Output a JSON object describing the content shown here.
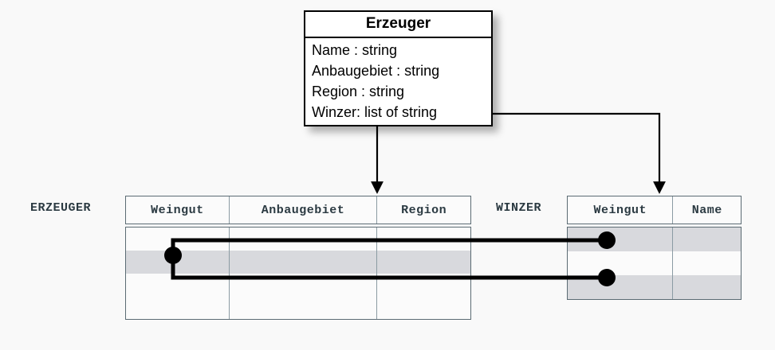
{
  "diagram": {
    "title_text": "Erzeuger",
    "description": "UML class mapped to relational tables with a multi-valued attribute"
  },
  "uml_class": {
    "name": "Erzeuger",
    "attributes": [
      "Name : string",
      "Anbaugebiet : string",
      "Region : string",
      "Winzer: list of string"
    ]
  },
  "tables": [
    {
      "label": "ERZEUGER",
      "columns": [
        "Weingut",
        "Anbaugebiet",
        "Region"
      ],
      "rows": [
        {
          "shaded": false,
          "cells": [
            "",
            "",
            ""
          ]
        },
        {
          "shaded": true,
          "cells": [
            "",
            "",
            ""
          ]
        },
        {
          "shaded": false,
          "cells": [
            "",
            "",
            ""
          ]
        },
        {
          "shaded": false,
          "cells": [
            "",
            "",
            ""
          ]
        }
      ]
    },
    {
      "label": "WINZER",
      "columns": [
        "Weingut",
        "Name"
      ],
      "rows": [
        {
          "shaded": true,
          "cells": [
            "",
            ""
          ]
        },
        {
          "shaded": false,
          "cells": [
            "",
            ""
          ]
        },
        {
          "shaded": true,
          "cells": [
            "",
            ""
          ]
        }
      ]
    }
  ],
  "connectors": {
    "mapping_arrows": [
      {
        "name": "erzeuger-mapping-arrow",
        "from": "Erzeuger class",
        "to": "ERZEUGER table"
      },
      {
        "name": "winzer-mapping-arrow",
        "from": "Winzer: list of string",
        "to": "WINZER table"
      }
    ],
    "reference_links": [
      {
        "name": "weingut-link-upper",
        "from": "ERZEUGER row 2 Weingut",
        "to": "WINZER row 1 Weingut"
      },
      {
        "name": "weingut-link-lower",
        "from": "ERZEUGER row 2 Weingut",
        "to": "WINZER row 3 Weingut"
      }
    ]
  },
  "colors": {
    "background": "#f9f9f9",
    "table_border": "#5b6b73",
    "cell_border": "#8b9ba3",
    "row_shade": "#d8d9dd",
    "text": "#2b3a42",
    "line": "#000000",
    "box_fill": "#ffffff"
  }
}
